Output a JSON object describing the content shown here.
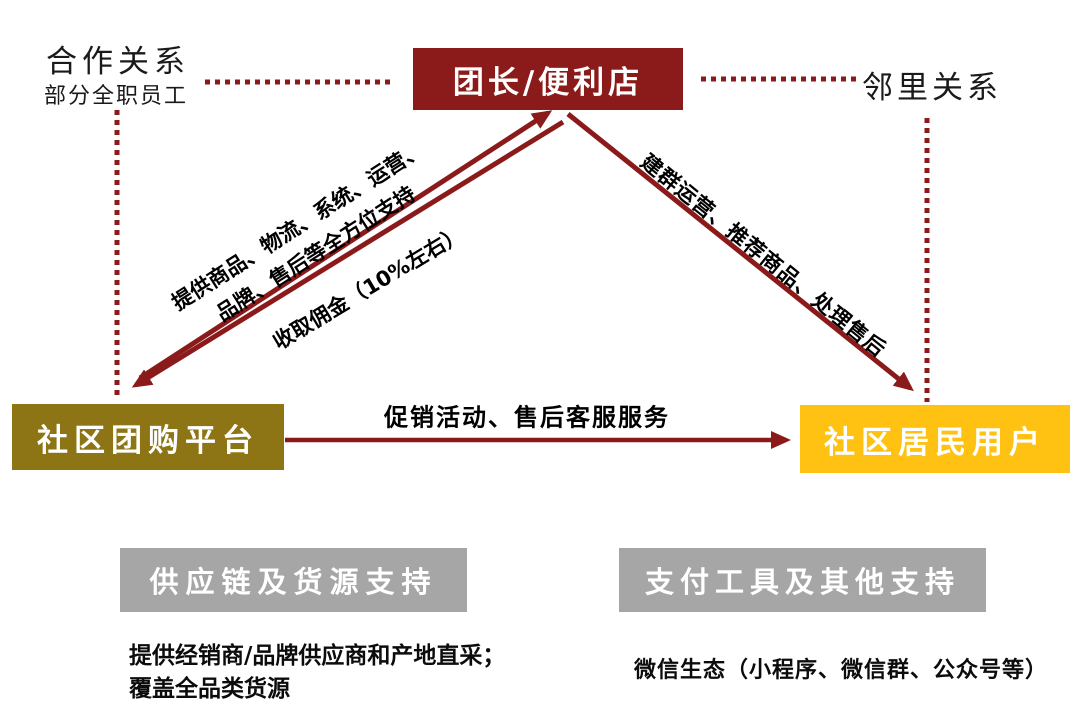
{
  "colors": {
    "dark_red": "#8B1A1A",
    "olive": "#8D7515",
    "yellow": "#FFC112",
    "gray": "#A6A6A6",
    "text_black": "#111111",
    "box_text_white": "#FFFFFF"
  },
  "annotations": {
    "cooperation": {
      "title": "合作关系",
      "subtitle": "部分全职员工"
    },
    "neighbor": {
      "title": "邻里关系"
    }
  },
  "nodes": {
    "leader": {
      "label": "团长/便利店"
    },
    "platform": {
      "label": "社区团购平台"
    },
    "users": {
      "label": "社区居民用户"
    }
  },
  "edges": {
    "platform_to_leader": {
      "label_line1": "提供商品、物流、系统、运营、",
      "label_line2": "品牌、售后等全方位支持"
    },
    "leader_to_platform": {
      "label": "收取佣金（10%左右）"
    },
    "leader_to_users": {
      "label": "建群运营、推荐商品、处理售后"
    },
    "platform_to_users": {
      "label": "促销活动、售后客服服务"
    }
  },
  "supports": {
    "supply": {
      "title": "供应链及货源支持",
      "desc_line1": "提供经销商/品牌供应商和产地直采；",
      "desc_line2": "覆盖全品类货源"
    },
    "payment": {
      "title": "支付工具及其他支持",
      "desc": "微信生态（小程序、微信群、公众号等）"
    }
  }
}
